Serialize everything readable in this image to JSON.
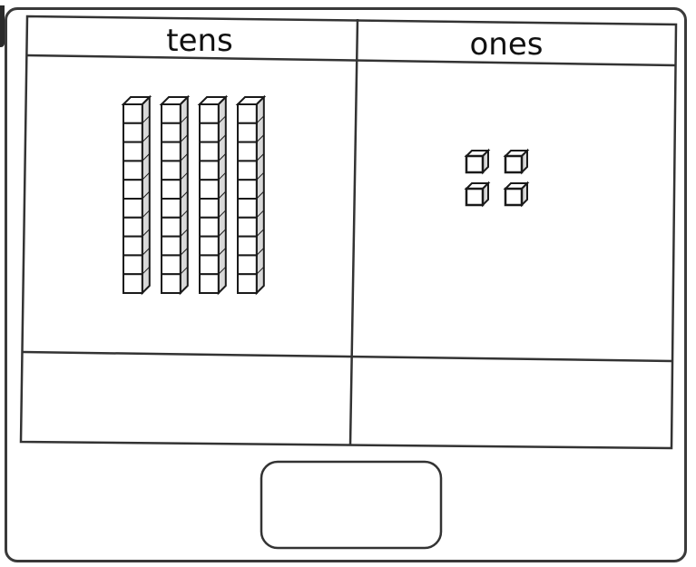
{
  "chart": {
    "columns": [
      {
        "id": "tens",
        "label": "tens",
        "count": 4
      },
      {
        "id": "ones",
        "label": "ones",
        "count": 4
      }
    ],
    "answer_cells": [
      "",
      ""
    ],
    "answer_box": ""
  },
  "colors": {
    "line": "#333333",
    "block_fill": "#ffffff",
    "block_stroke": "#1a1a1a",
    "block_shade": "#d9d9d9"
  },
  "icons": {
    "ten_rod": "ten-rod-icon",
    "unit_cube": "unit-cube-icon"
  }
}
